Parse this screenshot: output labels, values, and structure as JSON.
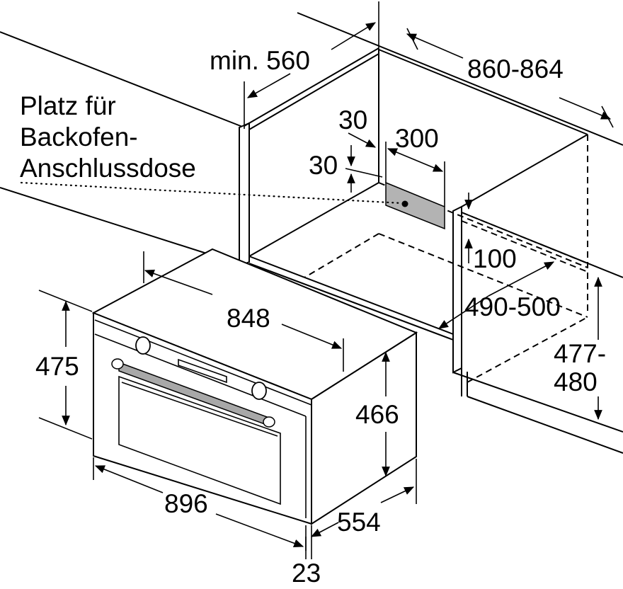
{
  "diagram": {
    "socket_note": [
      "Platz für",
      "Backofen-",
      "Anschlussdose"
    ],
    "dimensions": {
      "min_depth": "min. 560",
      "niche_width": "860-864",
      "socket_offset_side": "30",
      "socket_width": "300",
      "socket_offset_top": "30",
      "front_setback": "100",
      "niche_depth": "490-500",
      "niche_height": [
        "477-",
        "480"
      ],
      "appliance_width_body": "848",
      "appliance_height": "475",
      "body_height": "466",
      "appliance_width_front": "896",
      "body_depth": "554",
      "front_thickness": "23"
    },
    "colors": {
      "line": "#000000",
      "socket_fill": "#b3b3b3",
      "handle_fill": "#a8a8a8",
      "background": "#ffffff"
    }
  }
}
